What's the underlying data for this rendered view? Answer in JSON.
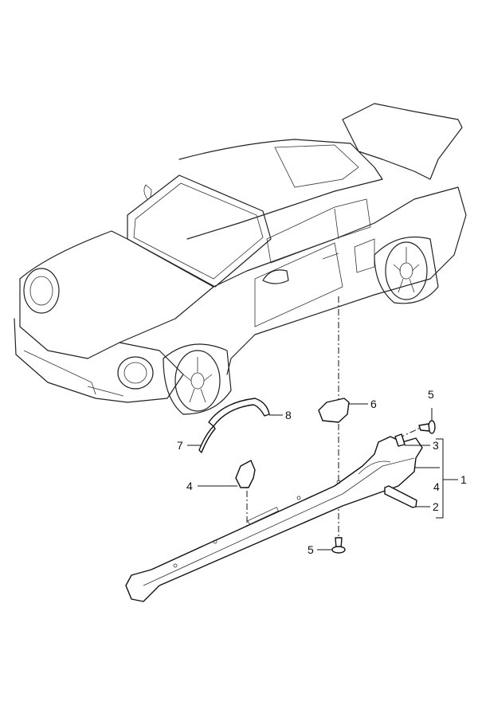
{
  "diagram": {
    "callouts": {
      "c1": "1",
      "c2": "2",
      "c3": "3",
      "c4_group": "4",
      "c4_clip": "4",
      "c5_top": "5",
      "c5_bottom": "5",
      "c6": "6",
      "c7": "7",
      "c8": "8"
    }
  }
}
